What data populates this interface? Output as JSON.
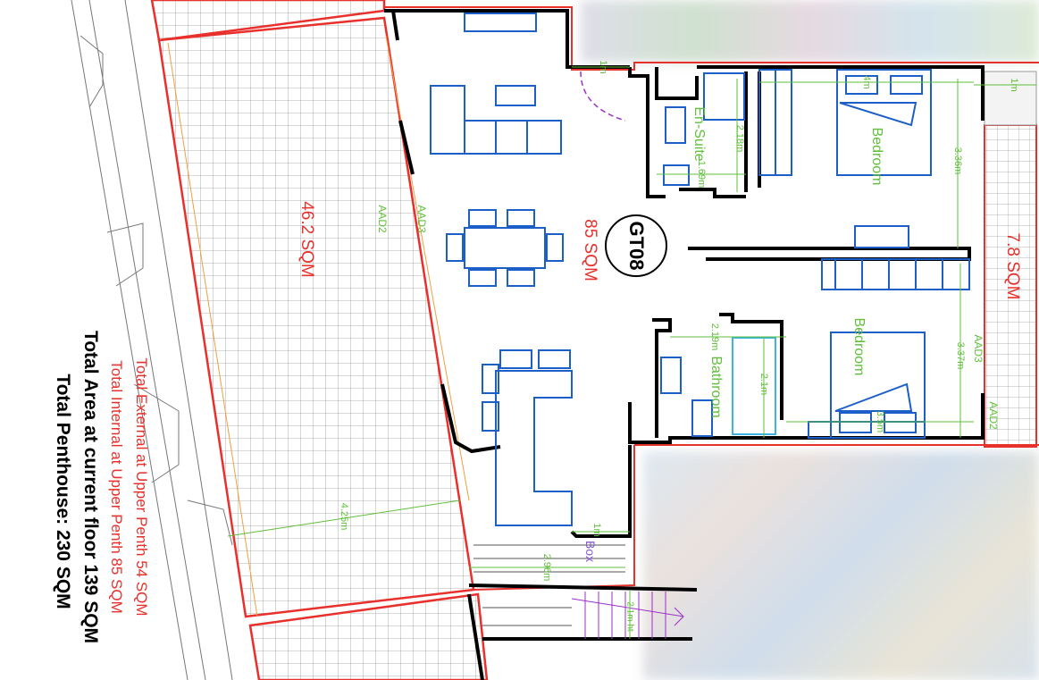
{
  "unit_label": "GT08",
  "areas": {
    "terrace_main": "46.2 SQM",
    "unit_internal": "85 SQM",
    "terrace_side": "7.8 SQM"
  },
  "rooms": {
    "ensuite": "En-Suite",
    "bedroom_1": "Bedroom",
    "bedroom_2": "Bedroom",
    "bathroom": "Bathroom",
    "box": "Box"
  },
  "dimensions": {
    "d_1m_top": "1m",
    "d_4m": "4m",
    "d_1m_right": "1m",
    "d_218": "2.18m",
    "d_169": "1.69m",
    "d_336": "3.36m",
    "d_219": "2.19m",
    "d_21": "2.1m",
    "d_337": "3.37m",
    "d_35": "3.5m",
    "d_425": "4.25m",
    "d_1m_bottom": "1m",
    "d_296": "2.96m",
    "d_21ht": "2.1m ht"
  },
  "tags": {
    "aad2_left": "AAD2",
    "aad3_left": "AAD3",
    "aad3_right": "AAD3",
    "aad2_right": "AAD2"
  },
  "totals": {
    "external": "Total External at Upper Penth 54 SQM",
    "internal": "Total Internal at Upper Penth 85  SQM",
    "current_floor": "Total Area at current floor 139 SQM",
    "penthouse": "Total Penthouse: 230 SQM"
  },
  "colors": {
    "wall": "#000000",
    "boundary": "#e8302c",
    "furniture": "#1d5fc8",
    "dimension": "#5fbf3a",
    "tile_grid": "#9a9a9a",
    "terrace_edge": "#f0a040",
    "door_swing": "#9b2fc9"
  }
}
